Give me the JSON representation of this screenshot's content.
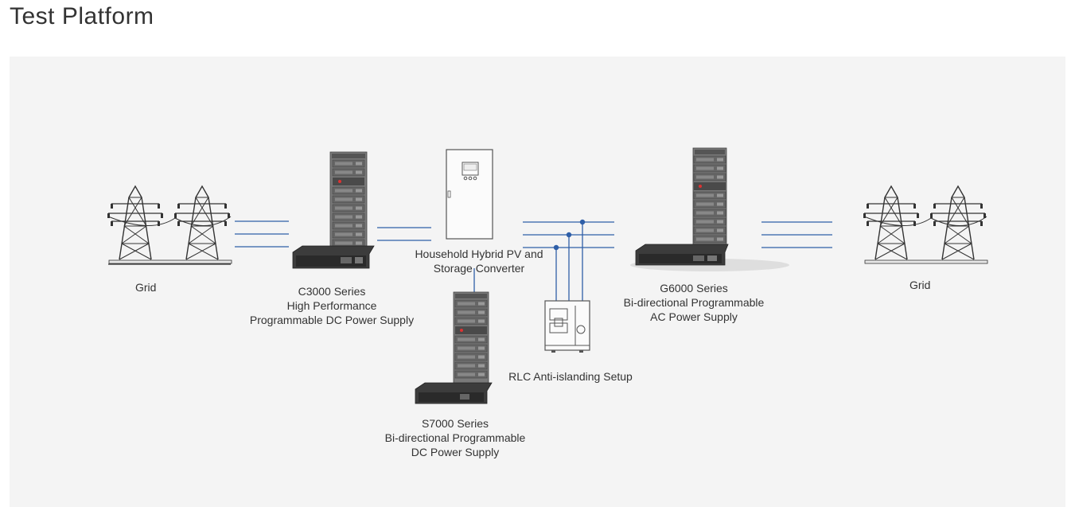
{
  "page": {
    "title": "Test Platform"
  },
  "diagram": {
    "nodes": [
      {
        "id": "grid-left",
        "label": "Grid",
        "icon": "power-tower-icon"
      },
      {
        "id": "c3000",
        "title": "C3000 Series",
        "line1": "High Performance",
        "line2": "Programmable DC Power Supply",
        "icon": "rack-cabinet-icon"
      },
      {
        "id": "converter",
        "line1": "Household Hybrid PV and",
        "line2": "Storage Converter",
        "icon": "converter-cabinet-icon"
      },
      {
        "id": "s7000",
        "title": "S7000 Series",
        "line1": "Bi-directional Programmable",
        "line2": "DC Power Supply",
        "icon": "rack-cabinet-icon"
      },
      {
        "id": "rlc",
        "label": "RLC Anti-islanding Setup",
        "icon": "rlc-load-icon"
      },
      {
        "id": "g6000",
        "title": "G6000 Series",
        "line1": "Bi-directional Programmable",
        "line2": "AC Power Supply",
        "icon": "rack-cabinet-icon"
      },
      {
        "id": "grid-right",
        "label": "Grid",
        "icon": "power-tower-icon"
      }
    ],
    "colors": {
      "wire": "#2f5fa8",
      "panel": "#f4f4f4",
      "device": "#5a5a5a",
      "tower": "#333333"
    }
  }
}
